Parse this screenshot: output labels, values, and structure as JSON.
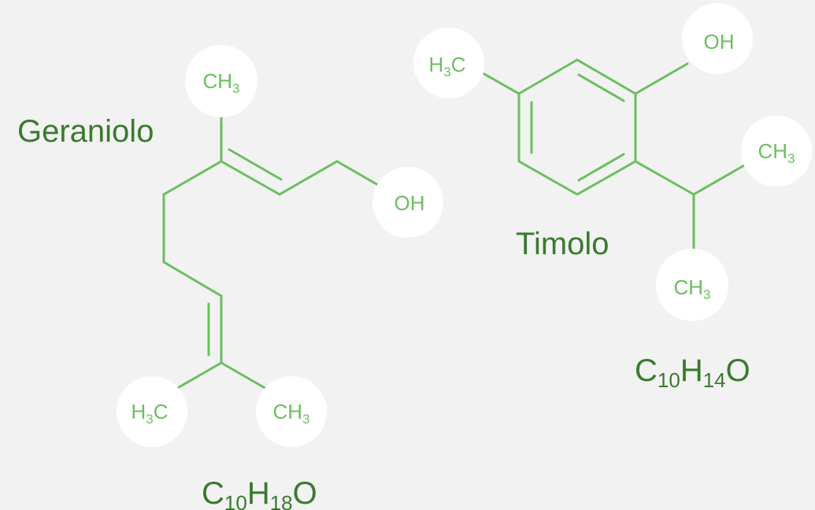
{
  "colors": {
    "background": "#f2f2f2",
    "bond": "#6abf5e",
    "atom_text": "#6abf5e",
    "atom_circle": "#ffffff",
    "name_text": "#3a7a2e"
  },
  "geraniol": {
    "name": "Geraniolo",
    "formula": {
      "c": "C",
      "c_n": "10",
      "h": "H",
      "h_n": "18",
      "o": "O"
    },
    "groups": {
      "top_methyl": {
        "main": "CH",
        "sub": "3"
      },
      "hydroxyl": {
        "main": "OH"
      },
      "left_methyl": {
        "main": "H",
        "sub": "3",
        "tail": "C"
      },
      "right_methyl": {
        "main": "CH",
        "sub": "3"
      }
    }
  },
  "thymol": {
    "name": "Timolo",
    "formula": {
      "c": "C",
      "c_n": "10",
      "h": "H",
      "h_n": "14",
      "o": "O"
    },
    "groups": {
      "ring_methyl": {
        "main": "H",
        "sub": "3",
        "tail": "C"
      },
      "hydroxyl": {
        "main": "OH"
      },
      "isopropyl_methyl_1": {
        "main": "CH",
        "sub": "3"
      },
      "isopropyl_methyl_2": {
        "main": "CH",
        "sub": "3"
      }
    }
  }
}
